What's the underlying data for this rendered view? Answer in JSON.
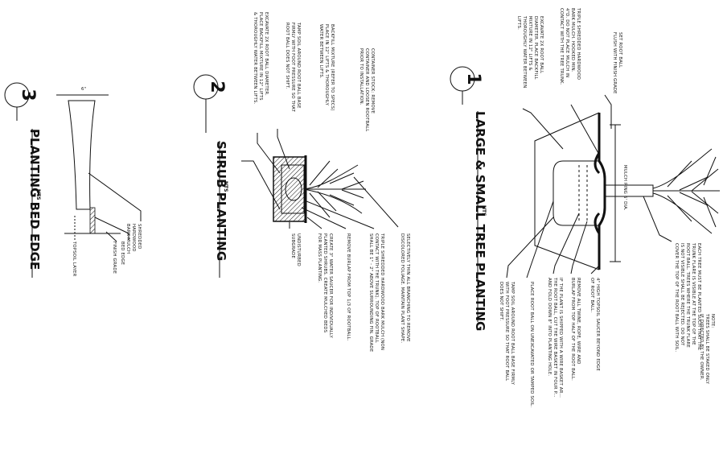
{
  "detail_1": {
    "number": "1",
    "title": "LARGE & SMALL TREE PLANTING",
    "scale": "NTS",
    "note": [
      "NOTE:",
      "TREES SHALL BE STAKED ONLY",
      "IF DIRECTED BY THE OWNER."
    ],
    "dimension": "MULCH RING 6' DIA.",
    "left_labels": [
      [
        "SET ROOT BALL",
        "FLUSH WITH FINISH GRADE"
      ],
      [
        "TRIPLE SHREDDED HARDWOOD",
        "BARK MULCH. HOOKED MIN.",
        "4\"D. DO NOT PLACE MULCH IN",
        "CONTACT WITH THE TREE TRUNK."
      ],
      [
        "EXCAVATE 2X ROOT BALL",
        "DIAMETER. PLACE BACKFILL",
        "MIXTURE IN 12\" LIFTS &",
        "THOROUGHLY WATER BETWEEN",
        "LIFTS."
      ]
    ],
    "right_labels": [
      [
        "EACH TREE MUST BE PLANTED SUCH THAT THE",
        "TRUNK FLARE IS VISIBLE AT THE TOP OF THE",
        "ROOT BALL. TREES WHERE THE TRUNK FLARE",
        "IS NOT VISIBLE SHALL BE REJECTED. DO NOT",
        "COVER THE TOP OF THE ROOT BALL WITH SOIL."
      ],
      [
        "4\" HIGH TOPSOIL SAUCER BEYOND EDGE",
        "OF ROOT BALL."
      ],
      [
        "REMOVE ALL TWINE, ROPE, WIRE AND",
        "BURLAP FROM TOP HALF OF THE ROOT BALL."
      ],
      [
        "IF THE PLANT IS SHIPPED WITH A WIRE BASKET AR...",
        "THE ROOT BALL, CUT THE WIRE BASKET IN FOUR P...",
        "AND FOLD DOWN 8\" INTO PLANTING HOLE."
      ],
      [
        "PLACE ROOT BALL ON UNEXCAVATED OR TAMPED SOIL."
      ],
      [
        "TAMP SOIL AROUND ROOT BALL BASE FIRMLY",
        "WITH FOOT PRESSURE SO THAT ROOT BALL",
        "DOES NOT SHIFT."
      ]
    ]
  },
  "detail_2": {
    "number": "2",
    "title": "SHRUB PLANTING",
    "scale": "NTS",
    "left_labels": [
      [
        "CONTAINER STOCK: REMOVE",
        "CONTAINER AND LOOSEN ROOTBALL",
        "PRIOR TO INSTALLATION."
      ],
      [
        "BACKFILL MIXTURE (REFER TO SPECS)",
        "PLACE IN 12\" LIFTS & THOROUGHLY",
        "WATER BETWEEN LIFTS."
      ],
      [
        "TAMP SOIL AROUND ROOT BALL BASE",
        "FIRMLY WITH FOOT PRESSURE SO THAT",
        "ROOT BALL DOES NOT SHIFT."
      ],
      [
        "EXCAVATE 2X ROOT BALL DIAMETER.",
        "PLACE BACKFILL MIXTURE IN 12\" LIFTS",
        "& THOROUGHLY WATER BETWEEN LIFTS."
      ]
    ],
    "right_labels": [
      [
        "SELECTIVELY THIN ALL BRANCHING TO REMOVE",
        "DISCOLORED FOLIAGE. MAINTAIN PLANT SHAPE."
      ],
      [
        "TRIPLE SHREDDED HARDWOOD BARK MULCH (NON",
        "CONTACT WITH THE TRUNK). TOP OF ROOTBALL",
        "SHALL BE 1\" - 2\" ABOVE SURROUNDING FIN. GRADE"
      ],
      [
        "REMOVE BURLAP FROM TOP 1/3 OF ROOTBALL."
      ],
      [
        "CREATE 3\" WATER SAUCER FOR INDIVIDUALLY",
        "PLANTED SHRUBS. CREATE MULCHED BEDS",
        "FOR MASS PLANTING."
      ],
      [
        "UNDISTURBED",
        "SUBGRADE"
      ]
    ]
  },
  "detail_3": {
    "number": "3",
    "title": "PLANTING BED EDGE",
    "scale": "NTS",
    "dimension": "6\"",
    "labels": [
      [
        "SHREDDED",
        "HARDWOOD",
        "BARK MULCH"
      ],
      [
        "BED EDGE"
      ],
      [
        "FINISH GRADE"
      ],
      [
        "TOPSOIL LAYER"
      ]
    ]
  }
}
